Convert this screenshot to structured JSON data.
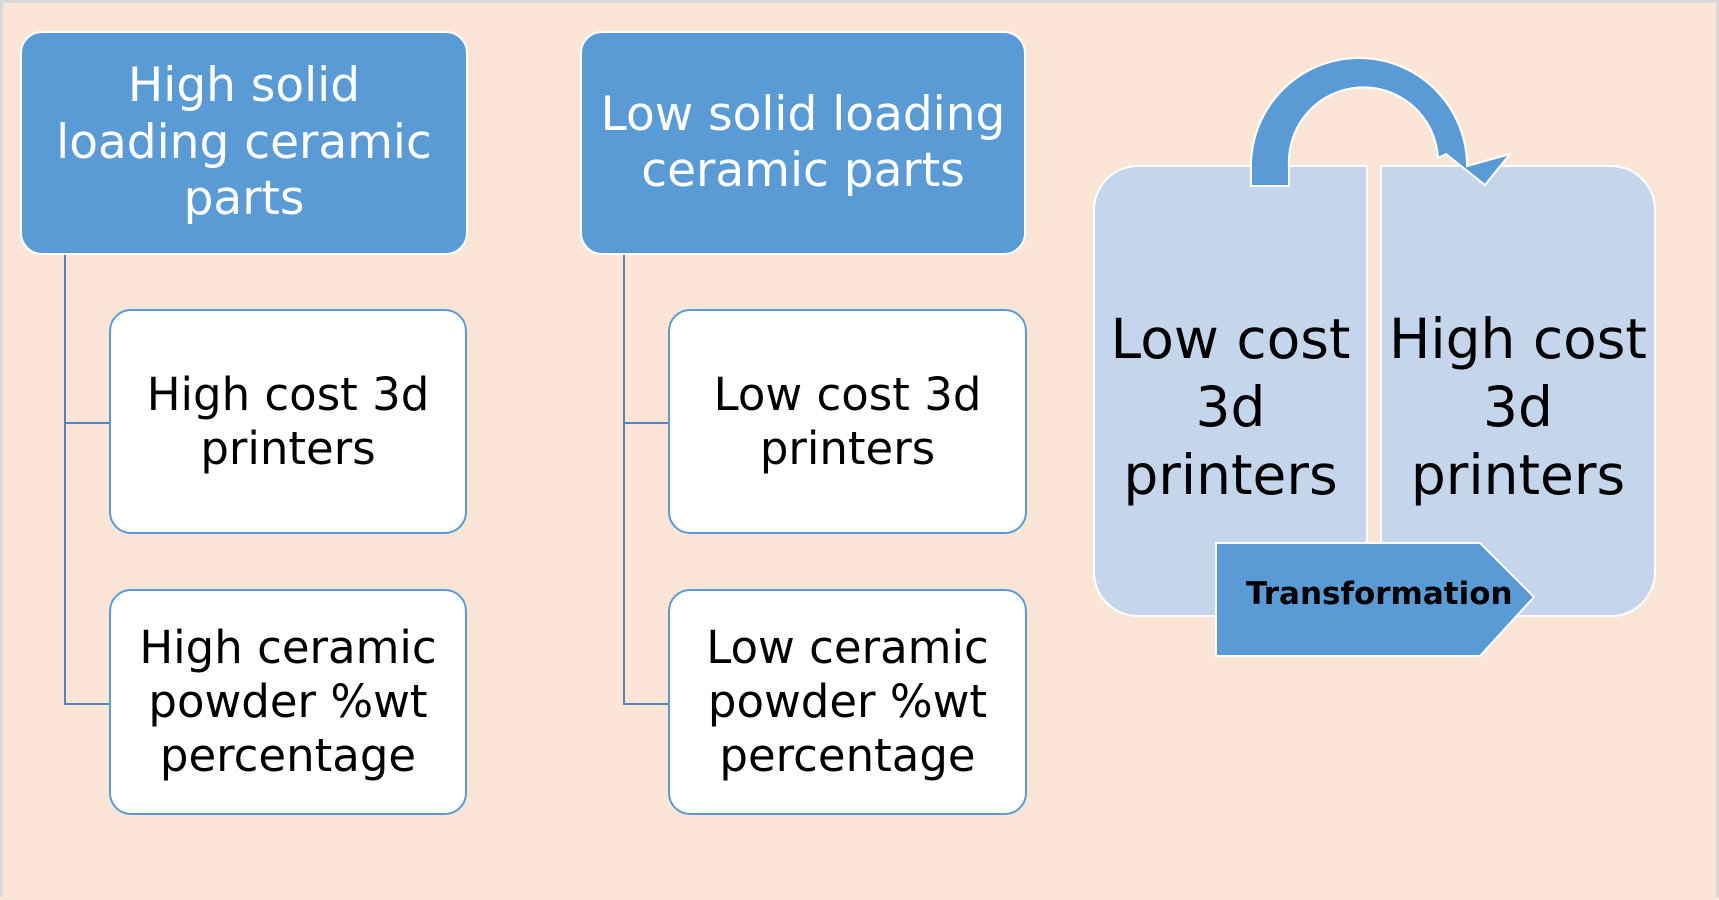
{
  "group1": {
    "header": "High solid loading ceramic parts",
    "items": [
      "High cost 3d printers",
      "High ceramic powder %wt percentage"
    ]
  },
  "group2": {
    "header": "Low solid loading ceramic parts",
    "items": [
      "Low cost 3d printers",
      "Low ceramic powder %wt percentage"
    ]
  },
  "transformation": {
    "from": "Low cost 3d printers",
    "to": "High cost 3d printers",
    "arrow_label": "Transformation"
  },
  "colors": {
    "background": "#fbe5d6",
    "header_fill": "#5b9bd5",
    "panel_fill": "#c5d6ec",
    "connector": "#5b82b8"
  }
}
